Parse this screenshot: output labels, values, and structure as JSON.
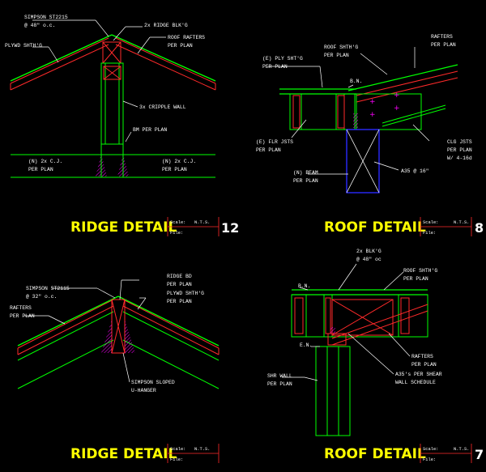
{
  "colors": {
    "background": "#000000",
    "framing": "#ff2a2a",
    "sheathing": "#00ff00",
    "leader": "#ffffff",
    "beam": "#2a2aff",
    "title": "#ffff00",
    "hardware": "#ff00ff",
    "cut_line": "#00ffff"
  },
  "details": [
    {
      "title": "RIDGE DETAIL",
      "number": "12",
      "scale_label": "Scale:",
      "scale_value": "N.T.S.",
      "file_label": "File:",
      "labels": {
        "simpson": "SIMPSON ST2215",
        "simpson_spacing": "@ 48\" o.c.",
        "plywd": "PLYWD SHTH'G",
        "ridge_blkg": "2x RIDGE BLK'G",
        "roof_rafters_1": "ROOF RAFTERS",
        "roof_rafters_2": "PER PLAN",
        "cripple": "3x CRIPPLE WALL",
        "bm_1": "BM PER PLAN",
        "cj_left_1": "(N) 2x C.J.",
        "cj_left_2": "PER PLAN",
        "cj_right_1": "(N) 2x C.J.",
        "cj_right_2": "PER PLAN"
      }
    },
    {
      "title": "ROOF DETAIL",
      "number": "8",
      "scale_label": "Scale:",
      "scale_value": "N.T.S.",
      "file_label": "File:",
      "labels": {
        "roof_shthg_1": "ROOF SHTH'G",
        "roof_shthg_2": "PER PLAN",
        "rafters_1": "RAFTERS",
        "rafters_2": "PER PLAN",
        "ply_1": "(E) PLY SHT'G",
        "ply_2": "PER PLAN",
        "bn": "B.N.",
        "flr_1": "(E) FLR JSTS",
        "flr_2": "PER PLAN",
        "clg_1": "CLG JSTS",
        "clg_2": "PER PLAN",
        "clg_3": "W/ 4-16d",
        "beam_1": "(N) BEAM",
        "beam_2": "PER PLAN",
        "a35": "A35 @ 16\""
      }
    },
    {
      "title": "RIDGE DETAIL",
      "number": "",
      "scale_label": "Scale:",
      "scale_value": "N.T.S.",
      "file_label": "File:",
      "labels": {
        "simpson": "SIMPSON ST2115",
        "simpson_spacing": "@ 32\" o.c.",
        "rafters_1": "RAFTERS",
        "rafters_2": "PER PLAN",
        "ridge_bd_1": "RIDGE BD",
        "ridge_bd_2": "PER PLAN",
        "plywd_1": "PLYWD SHTH'G",
        "plywd_2": "PER PLAN",
        "hanger_1": "SIMPSON SLOPED",
        "hanger_2": "U-HANGER"
      }
    },
    {
      "title": "ROOF DETAIL",
      "number": "7",
      "scale_label": "Scale:",
      "scale_value": "N.T.S.",
      "file_label": "File:",
      "labels": {
        "blkg_1": "2x BLK'G",
        "blkg_2": "@ 48\" oc",
        "roof_shthg_1": "ROOF SHTH'G",
        "roof_shthg_2": "PER PLAN",
        "bn": "B.N.",
        "en": "E.N.",
        "shr_1": "SHR WALL",
        "shr_2": "PER PLAN",
        "rafters_1": "RAFTERS",
        "rafters_2": "PER PLAN",
        "a35_1": "A35's PER SHEAR",
        "a35_2": "WALL SCHEDULE"
      }
    }
  ]
}
